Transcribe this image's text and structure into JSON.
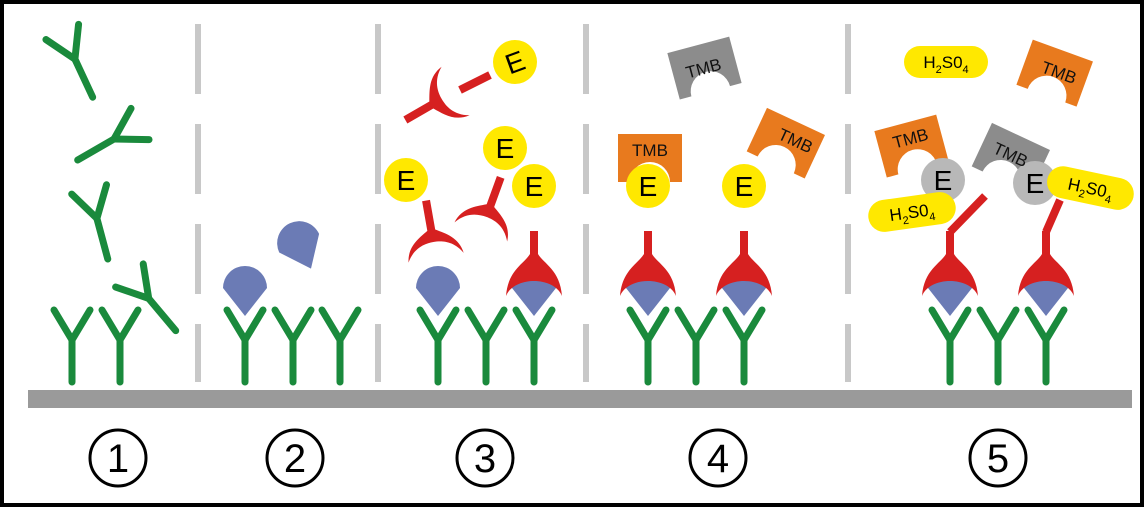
{
  "diagram": {
    "steps": [
      "1",
      "2",
      "3",
      "4",
      "5"
    ],
    "enzyme_label": "E",
    "substrate_label": "TMB",
    "stop_solution": {
      "main": "H",
      "sub1": "2",
      "mid": "S0",
      "sub2": "4"
    }
  },
  "colors": {
    "capture_antibody": "#1a8a3c",
    "antigen": "#6b7bb5",
    "detection_antibody": "#d62020",
    "enzyme": "#ffe800",
    "tmb_substrate": "#e87a1e",
    "tmb_unreacted": "#8c8c8c",
    "plate": "#9a9a9a",
    "divider": "#c8c8c8"
  }
}
